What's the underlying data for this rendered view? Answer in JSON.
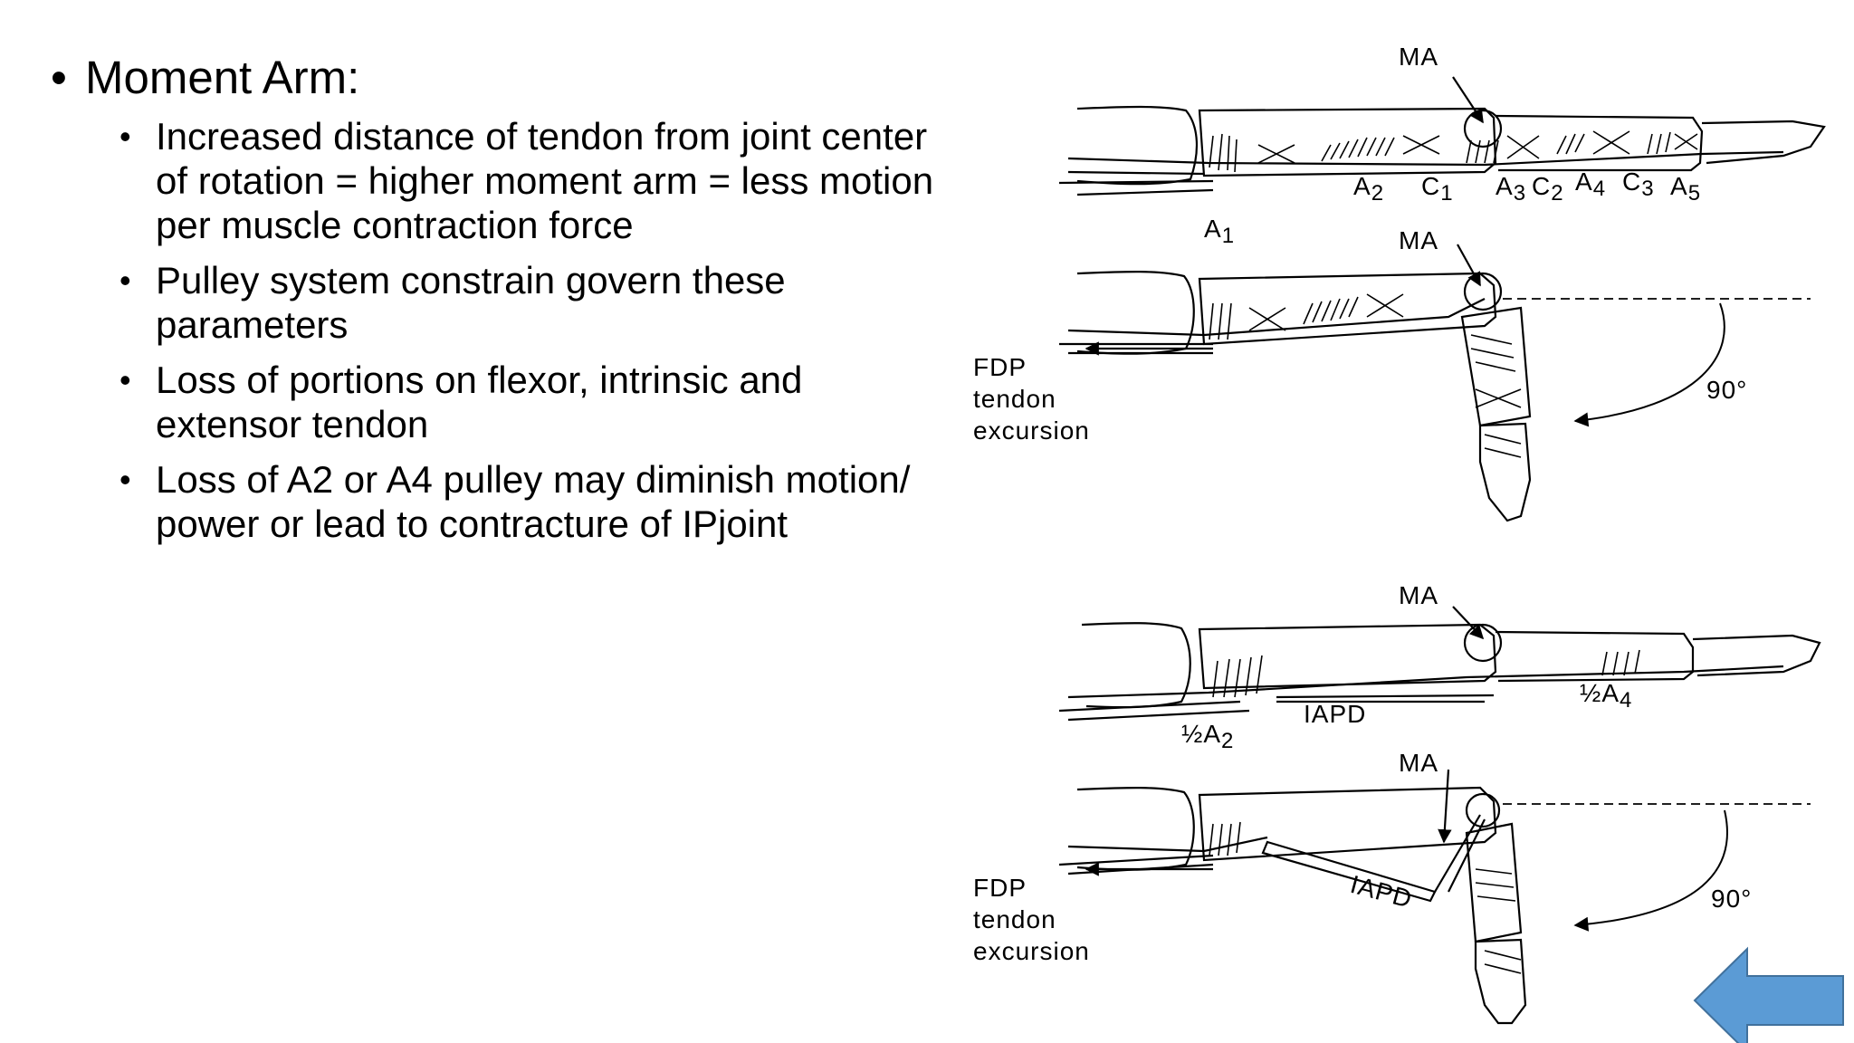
{
  "slide": {
    "heading": "Moment Arm:",
    "bullets": [
      "Increased distance of tendon from joint center of rotation = higher moment arm = less motion per muscle contraction force",
      "Pulley system constrain govern these parameters",
      "Loss of portions on flexor, intrinsic and extensor tendon",
      "Loss of A2 or A4 pulley may diminish motion/ power or lead to contracture of IPjoint"
    ]
  },
  "figure": {
    "panel1": {
      "ma": "MA",
      "a1": "A",
      "a1s": "1",
      "a2": "A",
      "a2s": "2",
      "c1": "C",
      "c1s": "1",
      "a3": "A",
      "a3s": "3",
      "c2": "C",
      "c2s": "2",
      "a4": "A",
      "a4s": "4",
      "c3": "C",
      "c3s": "3",
      "a5": "A",
      "a5s": "5"
    },
    "panel2": {
      "ma": "MA",
      "fdp": "FDP",
      "tendon": "tendon",
      "excursion": "excursion",
      "angle": "90°"
    },
    "panel3": {
      "ma": "MA",
      "half_a2": "½A",
      "half_a2s": "2",
      "iapd": "IAPD",
      "half_a4": "½A",
      "half_a4s": "4"
    },
    "panel4": {
      "ma": "MA",
      "iapd": "IAPD",
      "fdp": "FDP",
      "tendon": "tendon",
      "excursion": "excursion",
      "angle": "90°"
    }
  },
  "colors": {
    "arrow_fill": "#5b9bd5",
    "arrow_stroke": "#41719c"
  },
  "nav": {
    "back_icon": "left-arrow-icon"
  }
}
